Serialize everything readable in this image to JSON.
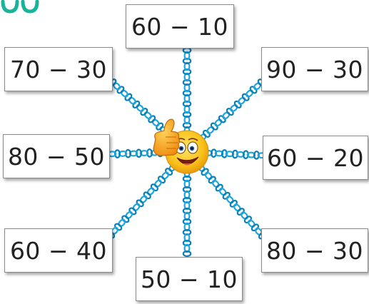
{
  "colors": {
    "chain": "#1aa7df",
    "chain_dark": "#0c7fb6",
    "corner_decoration": "#19b39a",
    "emoji_face": "#f9c21a",
    "card_border": "#8a8a8a"
  },
  "center_icon": "smiling-thumbs-up-emoji",
  "cards": {
    "top": "60 − 10",
    "top_left": "70 − 30",
    "top_right": "90 − 30",
    "middle_left": "80 − 50",
    "middle_right": "60 − 20",
    "bottom_left": "60 − 40",
    "bottom_right": "80 − 30",
    "bottom": "50 − 10"
  }
}
